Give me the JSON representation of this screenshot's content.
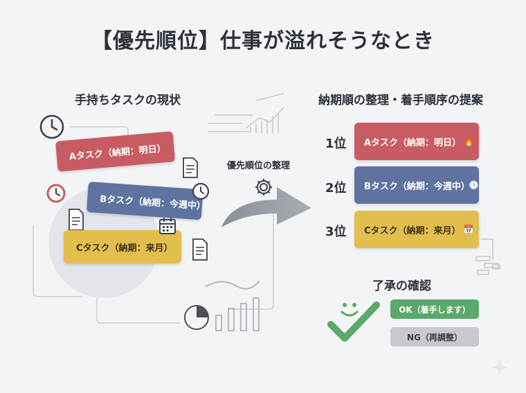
{
  "title": "【優先順位】仕事が溢れそうなとき",
  "left": {
    "heading": "手持ちタスクの現状",
    "cards": [
      {
        "label": "Aタスク（納期：明日）"
      },
      {
        "label": "Bタスク（納期：今週中）"
      },
      {
        "label": "Cタスク（納期：来月）"
      }
    ]
  },
  "arrow_label": "優先順位の整理",
  "right": {
    "heading": "納期順の整理・着手順序の提案",
    "ranks": [
      {
        "rank": "1位",
        "label": "Aタスク（納期：明日）",
        "emoji": "🔥",
        "color": "#c85c63"
      },
      {
        "rank": "2位",
        "label": "Bタスク（納期：今週中）",
        "emoji": "🕓",
        "color": "#5f73a0"
      },
      {
        "rank": "3位",
        "label": "Cタスク（納期：来月）",
        "emoji": "📅",
        "color": "#e2be4d"
      }
    ]
  },
  "confirm": {
    "heading": "了承の確認",
    "ok_label": "OK（着手します）",
    "ng_label": "NG（再調整）"
  },
  "colors": {
    "red": "#c85c63",
    "blue": "#5f73a0",
    "yellow": "#e2be4d",
    "green": "#5aa96a",
    "gray": "#c7c9ce"
  }
}
